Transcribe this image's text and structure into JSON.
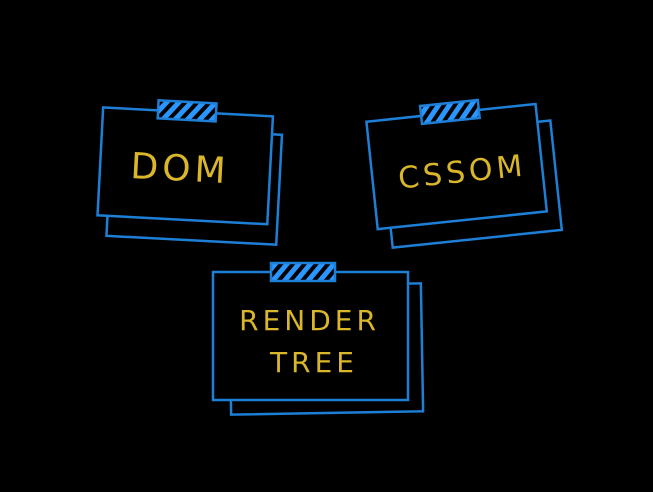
{
  "diagram": {
    "colors": {
      "background": "#000000",
      "card_stroke": "#1e7fd6",
      "clip_fill": "#2a96ff",
      "text": "#d9b62a"
    },
    "cards": [
      {
        "id": "dom",
        "lines": [
          "DOM"
        ]
      },
      {
        "id": "cssom",
        "lines": [
          "CSSOM"
        ]
      },
      {
        "id": "render-tree",
        "lines": [
          "RENDER",
          "TREE"
        ]
      }
    ]
  }
}
